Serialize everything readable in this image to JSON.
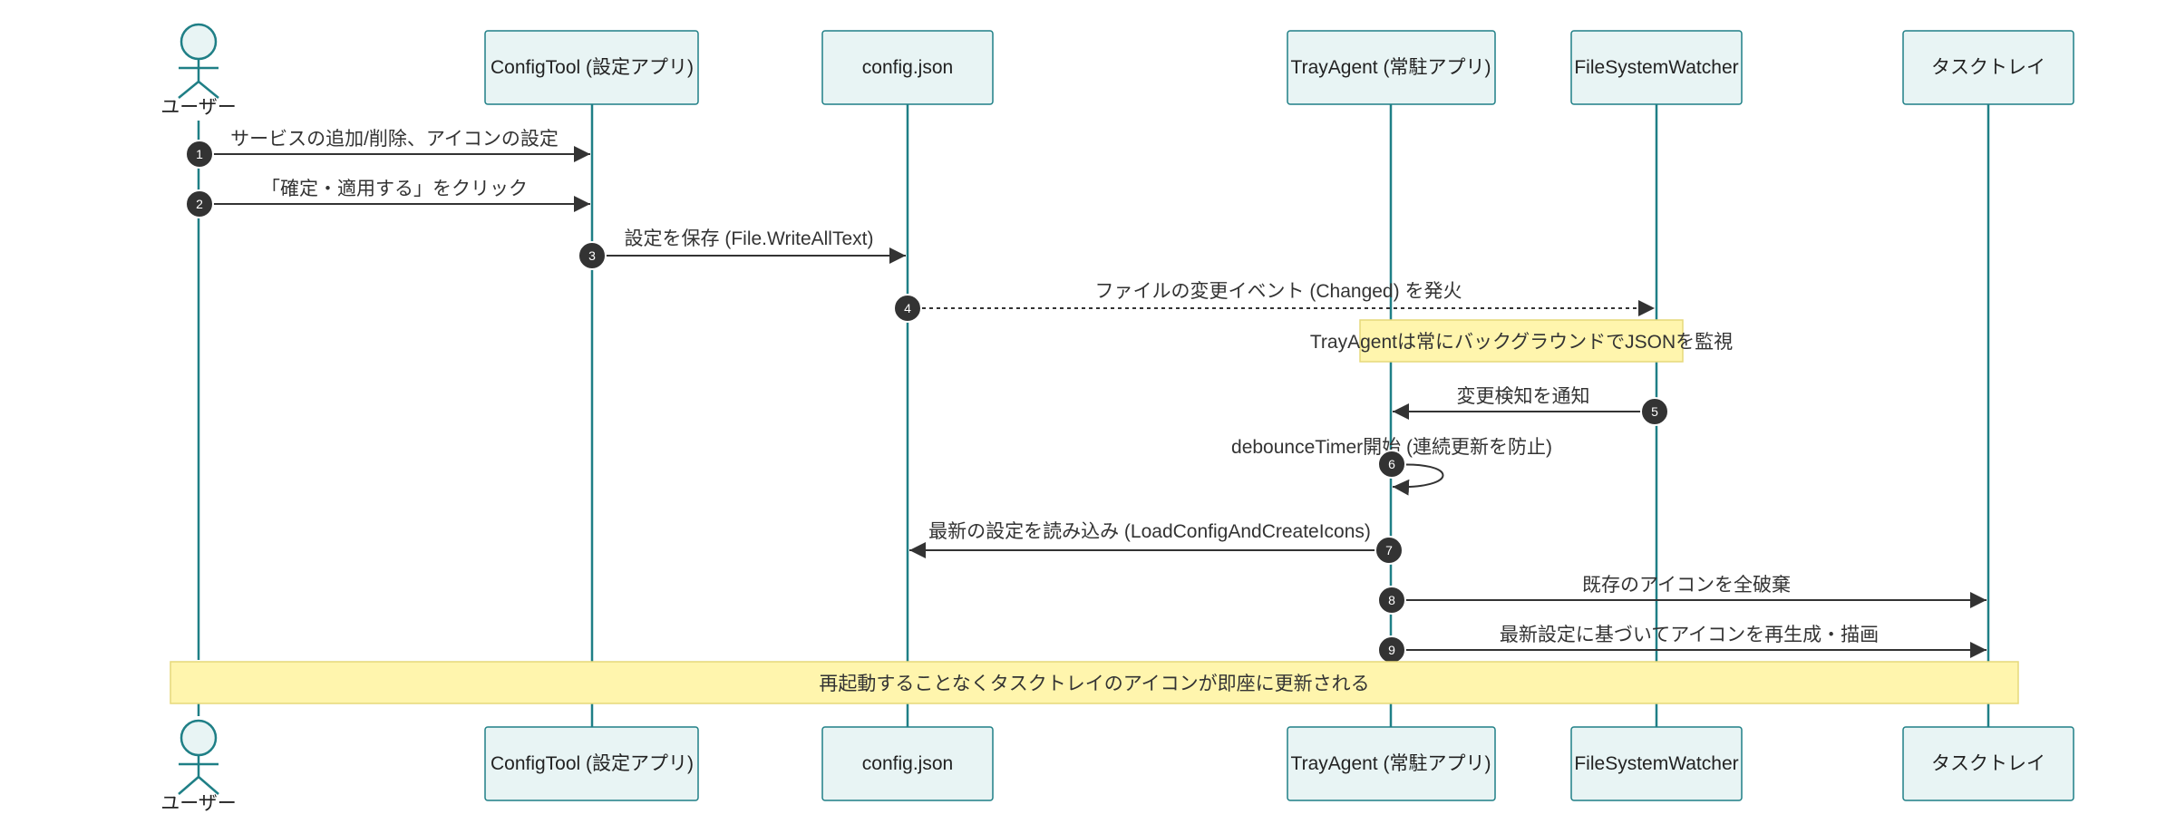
{
  "participants": [
    {
      "id": "user",
      "label": "ユーザー",
      "type": "actor"
    },
    {
      "id": "configtool",
      "label": "ConfigTool (設定アプリ)",
      "type": "box"
    },
    {
      "id": "configjson",
      "label": "config.json",
      "type": "box"
    },
    {
      "id": "trayagent",
      "label": "TrayAgent (常駐アプリ)",
      "type": "box"
    },
    {
      "id": "fsw",
      "label": "FileSystemWatcher",
      "type": "box"
    },
    {
      "id": "tasktray",
      "label": "タスクトレイ",
      "type": "box"
    }
  ],
  "messages": [
    {
      "step": "1",
      "from": "user",
      "to": "configtool",
      "label": "サービスの追加/削除、アイコンの設定",
      "style": "solid"
    },
    {
      "step": "2",
      "from": "user",
      "to": "configtool",
      "label": "「確定・適用する」をクリック",
      "style": "solid"
    },
    {
      "step": "3",
      "from": "configtool",
      "to": "configjson",
      "label": "設定を保存 (File.WriteAllText)",
      "style": "solid"
    },
    {
      "step": "4",
      "from": "configjson",
      "to": "fsw",
      "label": "ファイルの変更イベント (Changed) を発火",
      "style": "dashed"
    },
    {
      "step": "5",
      "from": "fsw",
      "to": "trayagent",
      "label": "変更検知を通知",
      "style": "solid"
    },
    {
      "step": "6",
      "from": "trayagent",
      "to": "trayagent",
      "label": "debounceTimer開始 (連続更新を防止)",
      "style": "solid"
    },
    {
      "step": "7",
      "from": "trayagent",
      "to": "configjson",
      "label": "最新の設定を読み込み (LoadConfigAndCreateIcons)",
      "style": "solid"
    },
    {
      "step": "8",
      "from": "trayagent",
      "to": "tasktray",
      "label": "既存のアイコンを全破棄",
      "style": "solid"
    },
    {
      "step": "9",
      "from": "trayagent",
      "to": "tasktray",
      "label": "最新設定に基づいてアイコンを再生成・描画",
      "style": "solid"
    }
  ],
  "notes": [
    {
      "label": "TrayAgentは常にバックグラウンドでJSONを監視"
    },
    {
      "label": "再起動することなくタスクトレイのアイコンが即座に更新される"
    }
  ]
}
